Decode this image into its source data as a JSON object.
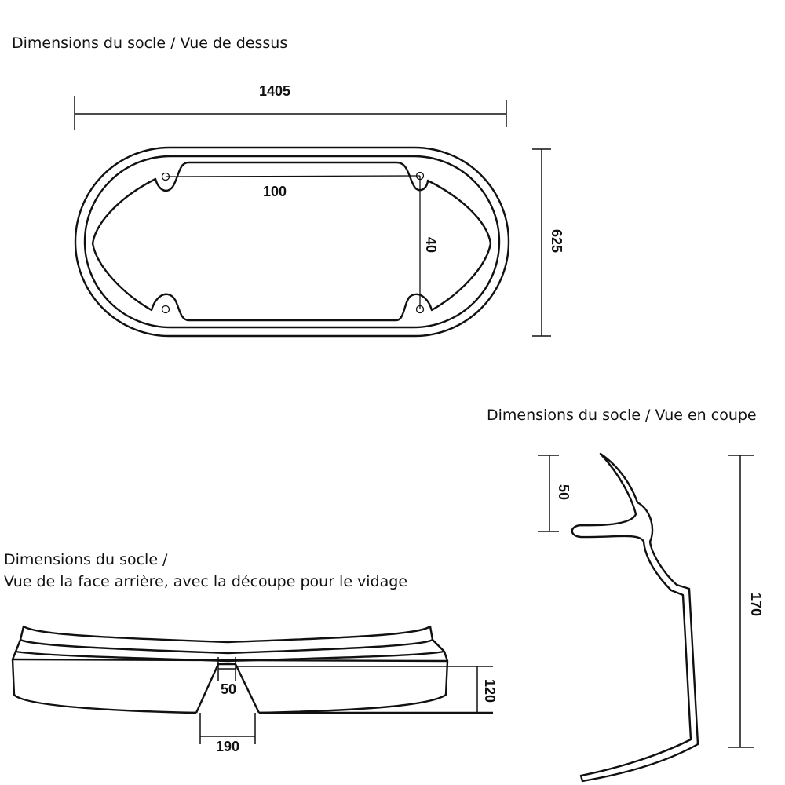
{
  "titles": {
    "top_view": "Dimensions du socle / Vue de dessus",
    "section_view": "Dimensions du socle / Vue en coupe",
    "rear_view_line1": "Dimensions du socle /",
    "rear_view_line2": "Vue de la face arrière, avec la découpe pour le vidage"
  },
  "top_view": {
    "length": "1405",
    "width": "625",
    "hole_spacing_x": "100",
    "hole_spacing_y": "40"
  },
  "section_view": {
    "lip_height": "50",
    "total_height": "170"
  },
  "rear_view": {
    "cutout_top_width": "50",
    "cutout_bottom_width": "190",
    "height": "120"
  }
}
